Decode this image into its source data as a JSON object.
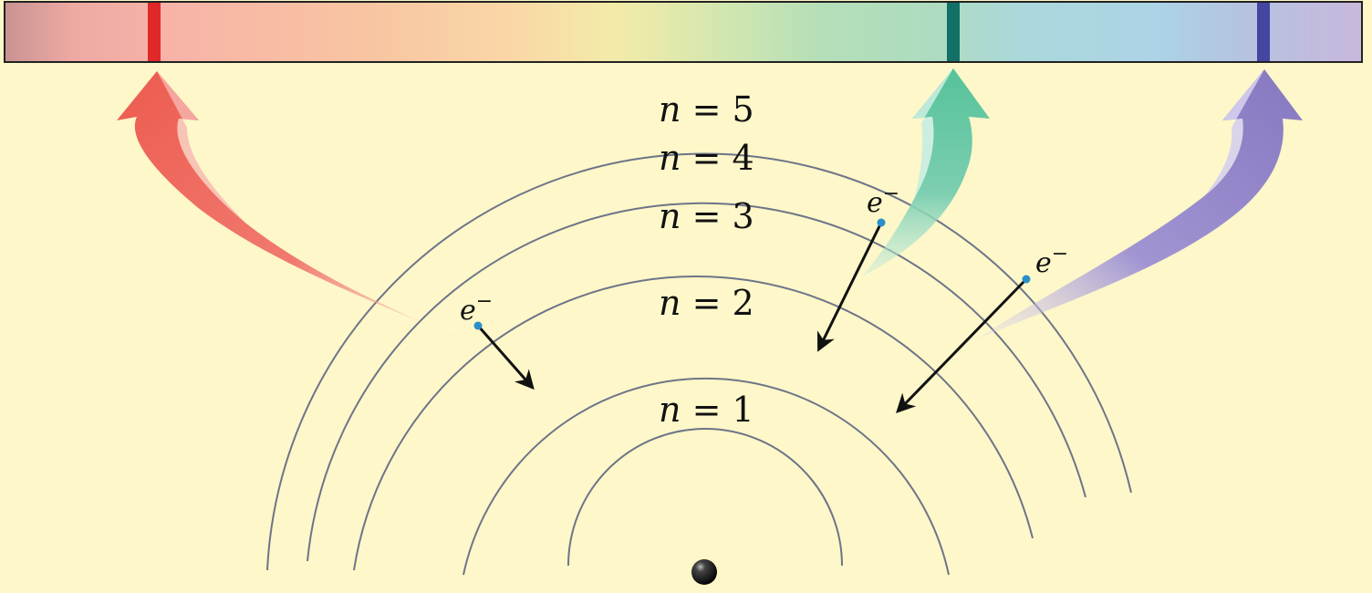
{
  "levels": {
    "n5": {
      "var": "n",
      "eq": " = ",
      "num": "5"
    },
    "n4": {
      "var": "n",
      "eq": " = ",
      "num": "4"
    },
    "n3": {
      "var": "n",
      "eq": " = ",
      "num": "3"
    },
    "n2": {
      "var": "n",
      "eq": " = ",
      "num": "2"
    },
    "n1": {
      "var": "n",
      "eq": " = ",
      "num": "1"
    }
  },
  "electrons": {
    "red": {
      "base": "e",
      "sup": "−"
    },
    "green": {
      "base": "e",
      "sup": "−"
    },
    "violet": {
      "base": "e",
      "sup": "−"
    }
  },
  "transitions": [
    {
      "name": "red-transition",
      "from_level": 3,
      "to_level": 2,
      "color": "#ee5b4f"
    },
    {
      "name": "green-transition",
      "from_level": 4,
      "to_level": 2,
      "color": "#5cc39c"
    },
    {
      "name": "violet-transition",
      "from_level": 5,
      "to_level": 2,
      "color": "#8a7dc4"
    }
  ],
  "colors": {
    "background": "#fdf7c9",
    "orbit": "#6e7488",
    "red_line": "#e02828",
    "green_line": "#127066",
    "violet_line": "#4446a0",
    "electron": "#2a8fc8",
    "nucleus": "#111111"
  }
}
